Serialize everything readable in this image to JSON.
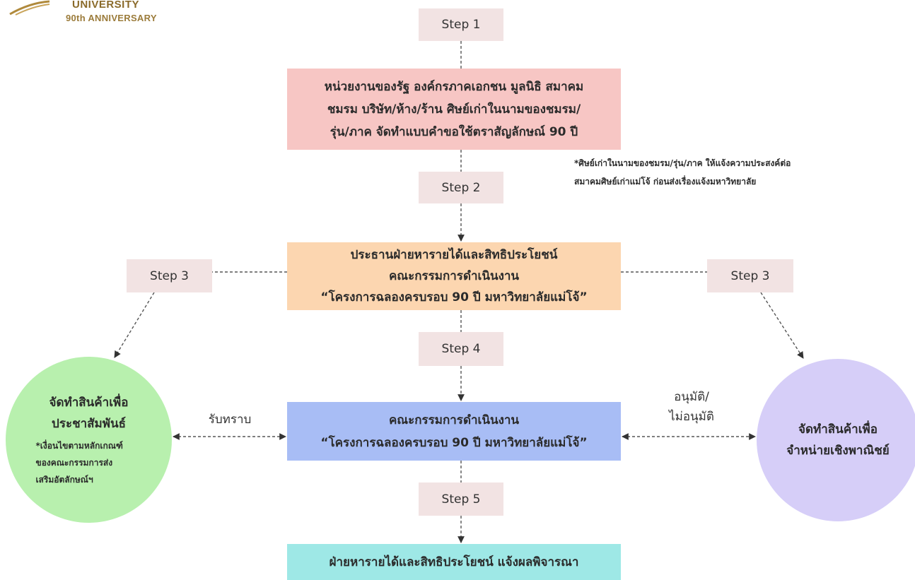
{
  "logo": {
    "line1": "UNIVERSITY",
    "line2": "90th ANNIVERSARY"
  },
  "steps": {
    "step1": "Step 1",
    "step2": "Step 2",
    "step3_left": "Step 3",
    "step3_right": "Step 3",
    "step4": "Step 4",
    "step5": "Step 5"
  },
  "box1": {
    "lines": [
      "หน่วยงานของรัฐ องค์กรภาคเอกชน มูลนิธิ สมาคม",
      "ชมรม บริษัท/ห้าง/ร้าน ศิษย์เก่าในนามของชมรม/",
      "รุ่น/ภาค จัดทำแบบคำขอใช้ตราสัญลักษณ์ 90 ปี"
    ],
    "color": "#f7c6c4"
  },
  "note": {
    "lines": [
      "*ศิษย์เก่าในนามของชมรม/รุ่น/ภาค ให้แจ้งความประสงค์ต่อ",
      "สมาคมศิษย์เก่าแม่โจ้ ก่อนส่งเรื่องแจ้งมหาวิทยาลัย"
    ]
  },
  "box2": {
    "lines": [
      "ประธานฝ่ายหารายได้และสิทธิประโยชน์",
      "คณะกรรมการดำเนินงาน",
      "“โครงการฉลองครบรอบ 90 ปี มหาวิทยาลัยแม่โจ้”"
    ],
    "color": "#fcd6b0"
  },
  "box3": {
    "lines": [
      "คณะกรรมการดำเนินงาน",
      "“โครงการฉลองครบรอบ 90 ปี มหาวิทยาลัยแม่โจ้”"
    ],
    "color": "#a8bdf5"
  },
  "box4": {
    "lines": [
      "ฝ่ายหารายได้และสิทธิประโยชน์ แจ้งผลพิจารณา"
    ],
    "color": "#9ee8e6"
  },
  "circle_left": {
    "title_lines": [
      "จัดทำสินค้าเพื่อ",
      "ประชาสัมพันธ์"
    ],
    "note_lines": [
      "*เงื่อนไขตามหลักเกณฑ์",
      "ของคณะกรรมการส่ง",
      "เสริมอัตลักษณ์ฯ"
    ],
    "color": "#b8f0ae"
  },
  "circle_right": {
    "title_lines": [
      "จัดทำสินค้าเพื่อ",
      "จำหน่ายเชิงพาณิชย์"
    ],
    "color": "#d6cef8"
  },
  "edge_labels": {
    "acknowledge": "รับทราบ",
    "approve_line1": "อนุมัติ/",
    "approve_line2": "ไม่อนุมัติ"
  }
}
